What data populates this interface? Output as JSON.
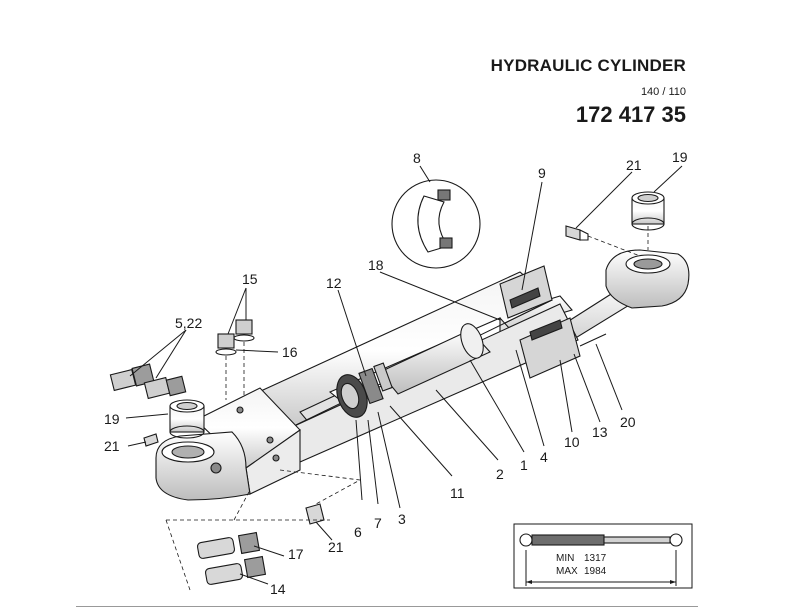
{
  "header": {
    "title": "HYDRAULIC CYLINDER",
    "size": "140 / 110",
    "part_number": "172 417 35"
  },
  "callouts": {
    "c1": "1",
    "c2": "2",
    "c3": "3",
    "c4": "4",
    "c5_22": "5,22",
    "c6": "6",
    "c7": "7",
    "c8": "8",
    "c9": "9",
    "c10": "10",
    "c11": "11",
    "c12": "12",
    "c13": "13",
    "c14": "14",
    "c15": "15",
    "c16": "16",
    "c17": "17",
    "c18": "18",
    "c19_top": "19",
    "c19_left": "19",
    "c20": "20",
    "c21_top": "21",
    "c21_left": "21",
    "c21_bottom": "21"
  },
  "dimensions": {
    "min_label": "MIN",
    "min_value": "1317",
    "max_label": "MAX",
    "max_value": "1984"
  },
  "colors": {
    "shade": "#d2d2d2",
    "dark": "#6e6e6e",
    "line": "#1a1a1a"
  }
}
